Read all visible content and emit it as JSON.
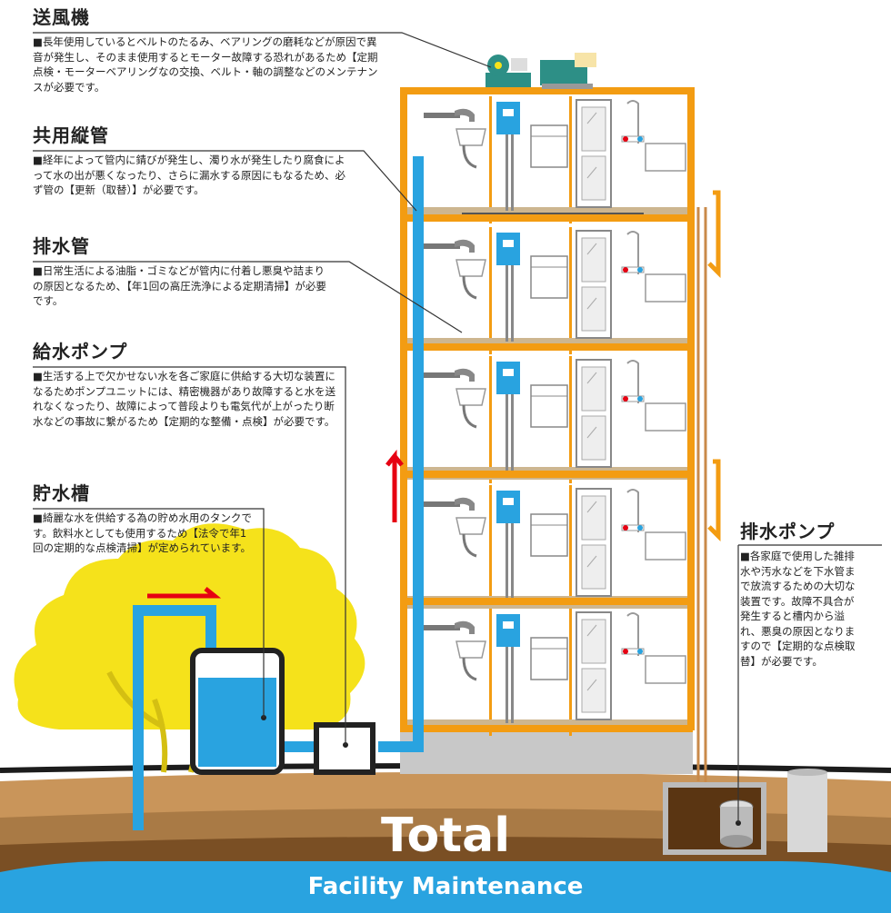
{
  "sections": {
    "blower": {
      "heading": "送風機",
      "text": "■長年使用しているとベルトのたるみ、ベアリングの磨耗などが原因で異音が発生し、そのまま使用するとモーター故障する恐れがあるため【定期点検・モーターベアリングなの交換、ベルト・軸の調整などのメンテナンスが必要です。"
    },
    "riser": {
      "heading": "共用縦管",
      "text": "■経年によって管内に錆びが発生し、濁り水が発生したり腐食によって水の出が悪くなったり、さらに漏水する原因にもなるため、必ず管の【更新（取替）】が必要です。"
    },
    "drain_pipe": {
      "heading": "排水管",
      "text": "■日常生活による油脂・ゴミなどが管内に付着し悪臭や詰まりの原因となるため、【年1回の高圧洗浄による定期清掃】が必要です。"
    },
    "supply_pump": {
      "heading": "給水ポンプ",
      "text": "■生活する上で欠かせない水を各ご家庭に供給する大切な装置になるためポンプユニットには、精密機器があり故障すると水を送れなくなったり、故障によって普段よりも電気代が上がったり断水などの事故に繋がるため【定期的な整備・点検】が必要です。"
    },
    "tank": {
      "heading": "貯水槽",
      "text": "■綺麗な水を供給する為の貯め水用のタンクです。飲料水としても使用するため【法令で年1回の定期的な点検清掃】が定められています。"
    },
    "drain_pump": {
      "heading": "排水ポンプ",
      "text": "■各家庭で使用した雑排水や汚水などを下水管まで放流するための大切な装置です。故障不具合が発生すると槽内から溢れ、悪臭の原因となりますので【定期的な点検取替】が必要です。"
    }
  },
  "footer": {
    "title": "Total",
    "subtitle": "Facility Maintenance"
  },
  "colors": {
    "frame": "#f39c12",
    "water": "#29a3e0",
    "ground": "#b07a3f",
    "band": "#29a3e0",
    "tree": "#f5e21b",
    "arrow": "#e60012"
  }
}
